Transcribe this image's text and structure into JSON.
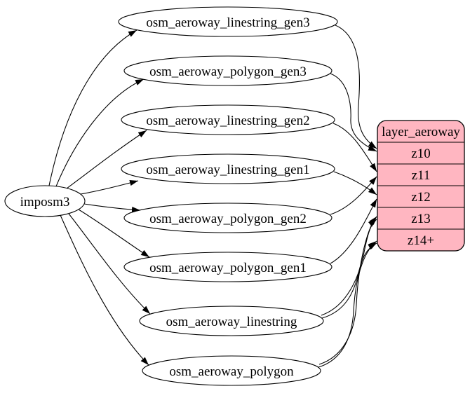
{
  "source_node": {
    "label": "imposm3"
  },
  "tables": [
    {
      "label": "osm_aeroway_linestring_gen3",
      "targets": [
        "z10"
      ]
    },
    {
      "label": "osm_aeroway_polygon_gen3",
      "targets": [
        "z10"
      ]
    },
    {
      "label": "osm_aeroway_linestring_gen2",
      "targets": [
        "z11"
      ]
    },
    {
      "label": "osm_aeroway_linestring_gen1",
      "targets": [
        "z12"
      ]
    },
    {
      "label": "osm_aeroway_polygon_gen2",
      "targets": [
        "z11"
      ]
    },
    {
      "label": "osm_aeroway_polygon_gen1",
      "targets": [
        "z12"
      ]
    },
    {
      "label": "osm_aeroway_linestring",
      "targets": [
        "z13",
        "z14+"
      ]
    },
    {
      "label": "osm_aeroway_polygon",
      "targets": [
        "z13",
        "z14+"
      ]
    }
  ],
  "layer_node": {
    "title": "layer_aeroway",
    "rows": [
      "z10",
      "z11",
      "z12",
      "z13",
      "z14+"
    ]
  },
  "colors": {
    "layer_fill": "#ffb6c1",
    "node_stroke": "#000000",
    "edge": "#000000",
    "background": "#ffffff"
  }
}
